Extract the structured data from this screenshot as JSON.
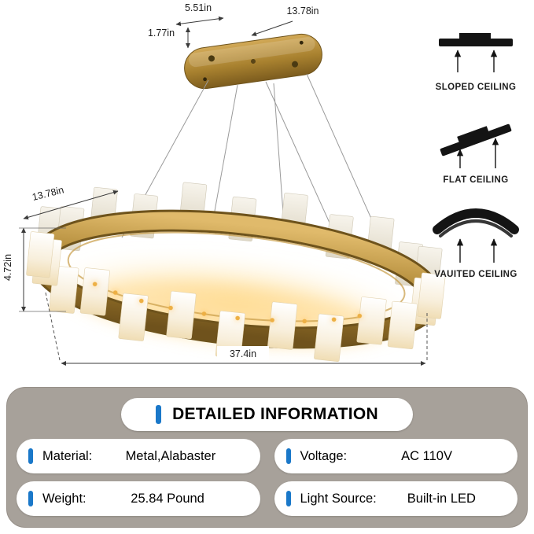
{
  "canopy": {
    "dim_width": "5.51in",
    "dim_length": "13.78in",
    "dim_height": "1.77in"
  },
  "fixture": {
    "dim_depth": "13.78in",
    "dim_height": "4.72in",
    "dim_length": "37.4in"
  },
  "ceiling_types": [
    {
      "label": "SLOPED CEILING"
    },
    {
      "label": "FLAT CEILING"
    },
    {
      "label": "VAUITED CEILING"
    }
  ],
  "colors": {
    "accent_blue": "#1a78c9",
    "panel_gray": "#a7a19a",
    "brass_gold": "#a8812f"
  },
  "info_panel": {
    "title": "DETAILED INFORMATION",
    "items": [
      {
        "label": "Material:",
        "value": "Metal,Alabaster"
      },
      {
        "label": "Voltage:",
        "value": "AC 110V"
      },
      {
        "label": "Weight:",
        "value": "25.84 Pound"
      },
      {
        "label": "Light Source:",
        "value": "Built-in LED"
      }
    ]
  }
}
